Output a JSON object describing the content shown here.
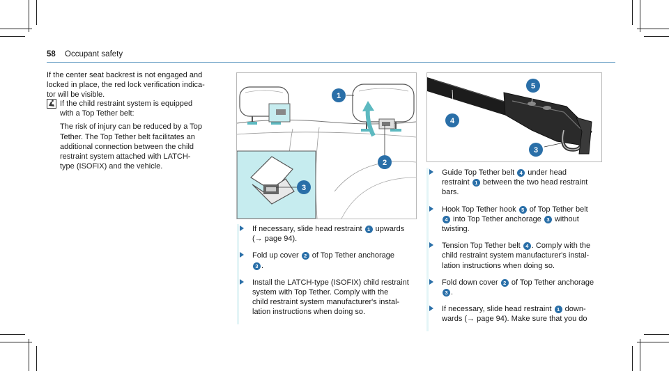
{
  "header": {
    "page_number": "58",
    "section": "Occupant safety"
  },
  "left": {
    "intro_lines": [
      "If the center seat backrest is not engaged and",
      "locked in place, the red lock verification indica-",
      "tor will be visible."
    ],
    "note_icon": "child-seat-icon",
    "note_lines": [
      "If the child restraint system is equipped",
      "with a Top Tether belt:"
    ],
    "body_lines": [
      "The risk of injury can be reduced by a Top",
      "Tether. The Top Tether belt facilitates an",
      "additional connection between the child",
      "restraint system attached with LATCH-",
      "type (ISOFIX) and the vehicle."
    ]
  },
  "figure1": {
    "callouts": [
      "1",
      "2",
      "3"
    ],
    "inset_color": "#c6ecef"
  },
  "figure2": {
    "callouts": [
      "5",
      "4",
      "3"
    ]
  },
  "col2_steps": [
    {
      "lines": [
        [
          "If necessary, slide head restraint ",
          {
            "c": "1"
          },
          " upwards"
        ],
        [
          "(→ page 94)."
        ]
      ]
    },
    {
      "lines": [
        [
          "Fold up cover ",
          {
            "c": "2"
          },
          " of Top Tether anchorage"
        ],
        [
          {
            "c": "3"
          },
          "."
        ]
      ]
    },
    {
      "lines": [
        [
          "Install the LATCH-type (ISOFIX) child restraint"
        ],
        [
          "system with Top Tether. Comply with the"
        ],
        [
          "child restraint system manufacturer's instal-"
        ],
        [
          "lation instructions when doing so."
        ]
      ]
    }
  ],
  "col3_steps": [
    {
      "lines": [
        [
          "Guide Top Tether belt ",
          {
            "c": "4"
          },
          " under head"
        ],
        [
          "restraint ",
          {
            "c": "1"
          },
          " between the two head restraint"
        ],
        [
          "bars."
        ]
      ]
    },
    {
      "lines": [
        [
          "Hook Top Tether hook ",
          {
            "c": "5"
          },
          " of Top Tether belt"
        ],
        [
          {
            "c": "4"
          },
          " into Top Tether anchorage ",
          {
            "c": "3"
          },
          " without"
        ],
        [
          "twisting."
        ]
      ]
    },
    {
      "lines": [
        [
          "Tension Top Tether belt ",
          {
            "c": "4"
          },
          ". Comply with the"
        ],
        [
          "child restraint system manufacturer's instal-"
        ],
        [
          "lation instructions when doing so."
        ]
      ]
    },
    {
      "lines": [
        [
          "Fold down cover ",
          {
            "c": "2"
          },
          " of Top Tether anchorage"
        ],
        [
          {
            "c": "3"
          },
          "."
        ]
      ]
    },
    {
      "lines": [
        [
          "If necessary, slide head restraint ",
          {
            "c": "1"
          },
          " down-"
        ],
        [
          "wards (→ page 94). Make sure that you do"
        ]
      ]
    }
  ]
}
